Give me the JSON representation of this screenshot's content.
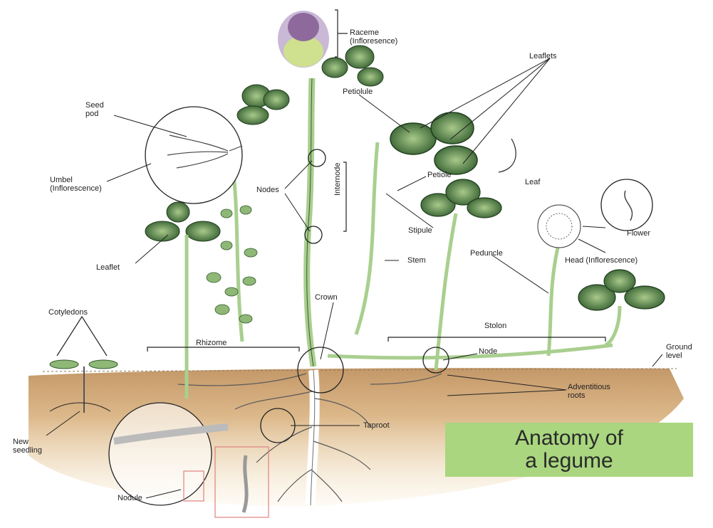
{
  "title": "Anatomy of\na legume",
  "labels": {
    "raceme": "Raceme\n(Infloresence)",
    "leaflets": "Leaflets",
    "seed_pod": "Seed\npod",
    "petiolule": "Petiolule",
    "umbel": "Umbel\n(Inflorescence)",
    "nodes": "Nodes",
    "internode": "Internode",
    "petiole": "Petiole",
    "leaf": "Leaf",
    "stipule": "Stipule",
    "flower": "Flower",
    "leaflet": "Leaflet",
    "stem": "Stem",
    "peduncle": "Peduncle",
    "head": "Head (Inflorescence)",
    "crown": "Crown",
    "cotyledons": "Cotyledons",
    "stolon": "Stolon",
    "rhizome": "Rhizome",
    "node": "Node",
    "ground_level": "Ground\nlevel",
    "adventitious_roots": "Adventitious\nroots",
    "taproot": "Taproot",
    "new_seedling": "New\nseedling",
    "nodule": "Nodule"
  },
  "colors": {
    "leaf_dark": "#2f5a2c",
    "leaf_mid": "#6a9a4e",
    "stem": "#a9cf8f",
    "soil_top": "#c69b6d",
    "soil_bottom": "#f3e2b8",
    "title_bg": "#a9d67f",
    "flower_purple": "#8e6a9c",
    "magnifier_red": "#e08080"
  }
}
